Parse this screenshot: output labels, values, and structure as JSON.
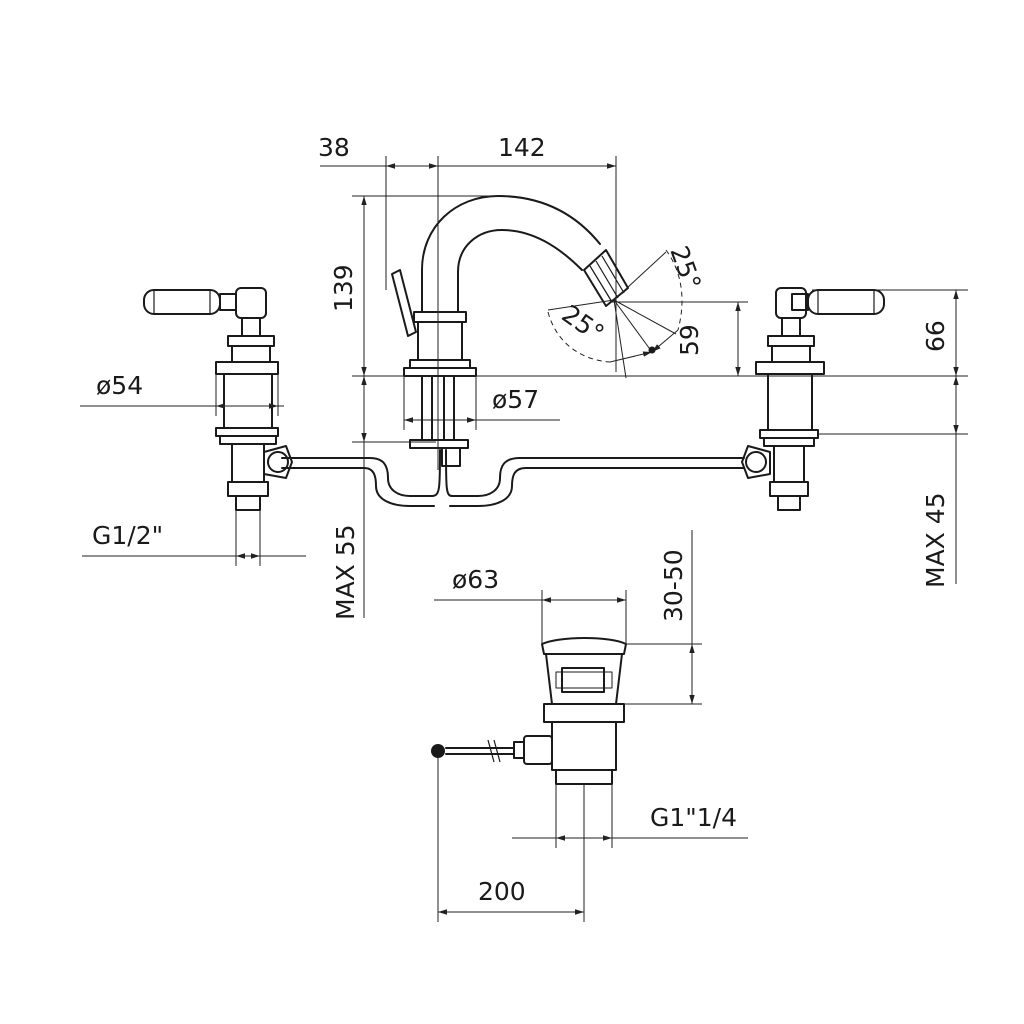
{
  "labels": {
    "d38": "38",
    "d142": "142",
    "d139": "139",
    "d25_upper": "25°",
    "d25_lower": "25°",
    "d59": "59",
    "d66": "66",
    "d54": "ø54",
    "d57": "ø57",
    "g12": "G1/2\"",
    "max55": "MAX 55",
    "max45": "MAX 45",
    "d63": "ø63",
    "d30_50": "30-50",
    "g114": "G1\"1/4",
    "d200": "200"
  }
}
